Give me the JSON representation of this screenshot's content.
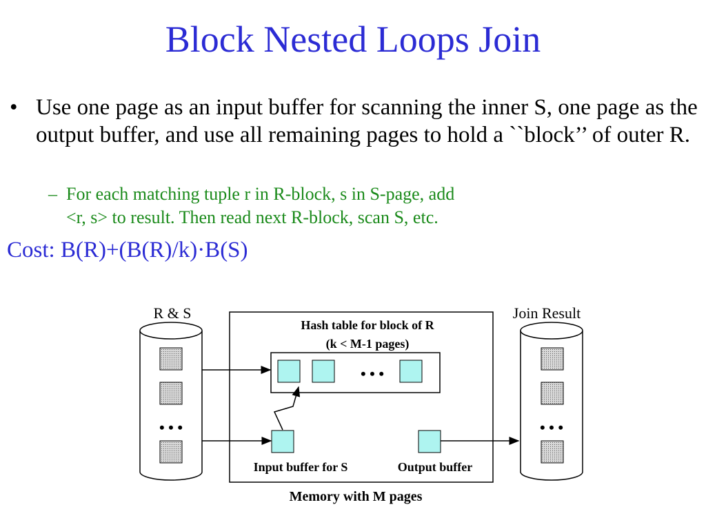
{
  "slide": {
    "title": "Block Nested Loops Join",
    "bullet_marker": "•",
    "bullet_text": "Use one page as an input buffer for scanning the inner S, one page as the output buffer, and use all remaining pages to hold a ``block’’ of outer R.",
    "sub_marker": "–",
    "sub_text_line1": "For each matching tuple r in R-block, s in S-page, add",
    "sub_text_line2": "<r, s> to result.  Then read next R-block, scan S, etc.",
    "cost": "Cost: B(R)+(B(R)/k)·B(S)"
  },
  "diagram": {
    "left_disk_label": "R & S",
    "right_disk_label": "Join Result",
    "hash_table_label_1": "Hash table for block of R",
    "hash_table_label_2": "(k < M-1 pages)",
    "ellipsis": "• • •",
    "input_buffer_label": "Input buffer for S",
    "output_buffer_label": "Output buffer",
    "memory_label": "Memory with M pages",
    "colors": {
      "title_blue": "#2b2bd4",
      "sub_green": "#1a8a1a",
      "buffer_page": "#aef4f0",
      "disk_page": "#c8c8c8"
    }
  }
}
